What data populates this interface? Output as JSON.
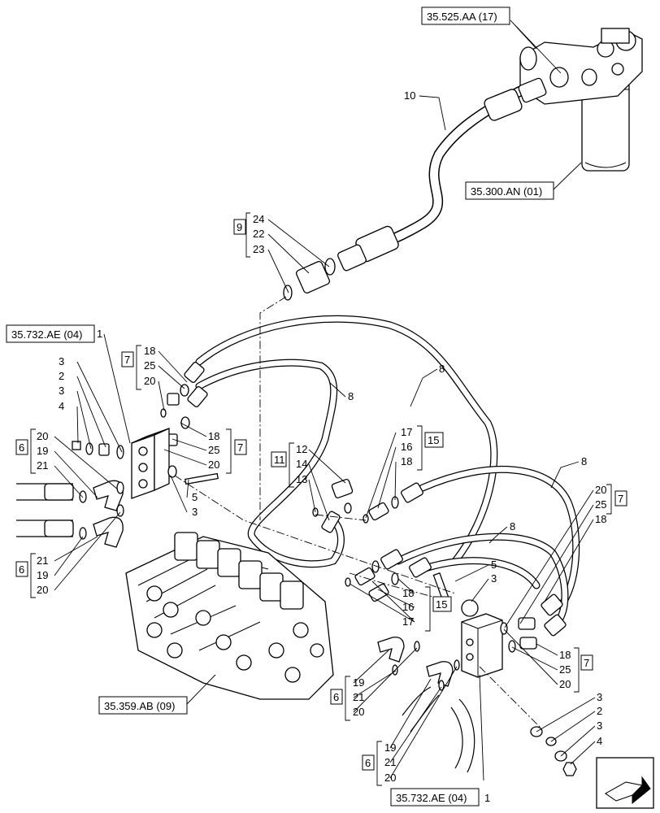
{
  "references": {
    "top_filter_head": "35.525.AA (17)",
    "filter": "35.300.AN (01)",
    "valve_block_top": "35.732.AE (04)",
    "valve_block_bottom": "35.732.AE (04)",
    "control_valve": "35.359.AB (09)"
  },
  "kit_boxes": {
    "k9": "9",
    "k7a": "7",
    "k7b": "7",
    "k7c": "7",
    "k7d": "7",
    "k6a": "6",
    "k6b": "6",
    "k6c": "6",
    "k6d": "6",
    "k11": "11",
    "k15a": "15",
    "k15b": "15"
  },
  "callouts": {
    "c10": "10",
    "c24": "24",
    "c22": "22",
    "c23": "23",
    "c1a": "1",
    "c1b": "1",
    "c3a": "3",
    "c2a": "2",
    "c3b": "3",
    "c4a": "4",
    "c18a": "18",
    "c25a": "25",
    "c20a": "20",
    "c8a": "8",
    "c8b": "8",
    "c8c": "8",
    "c8d": "8",
    "c18b": "18",
    "c25b": "25",
    "c20b": "20",
    "c20c": "20",
    "c19a": "19",
    "c21a": "21",
    "c5a": "5",
    "c3c": "3",
    "c21b": "21",
    "c19b": "19",
    "c20d": "20",
    "c12": "12",
    "c14": "14",
    "c13": "13",
    "c17a": "17",
    "c16a": "16",
    "c18c": "18",
    "c20e": "20",
    "c25c": "25",
    "c18d": "18",
    "c5b": "5",
    "c3d": "3",
    "c18e": "18",
    "c16b": "16",
    "c17b": "17",
    "c18f": "18",
    "c25d": "25",
    "c20f": "20",
    "c19c": "19",
    "c21c": "21",
    "c20g": "20",
    "c3e": "3",
    "c2b": "2",
    "c3f": "3",
    "c4b": "4",
    "c19d": "19",
    "c21d": "21",
    "c20h": "20"
  },
  "icons": {
    "nav_arrow": "next-page-arrow-icon"
  }
}
